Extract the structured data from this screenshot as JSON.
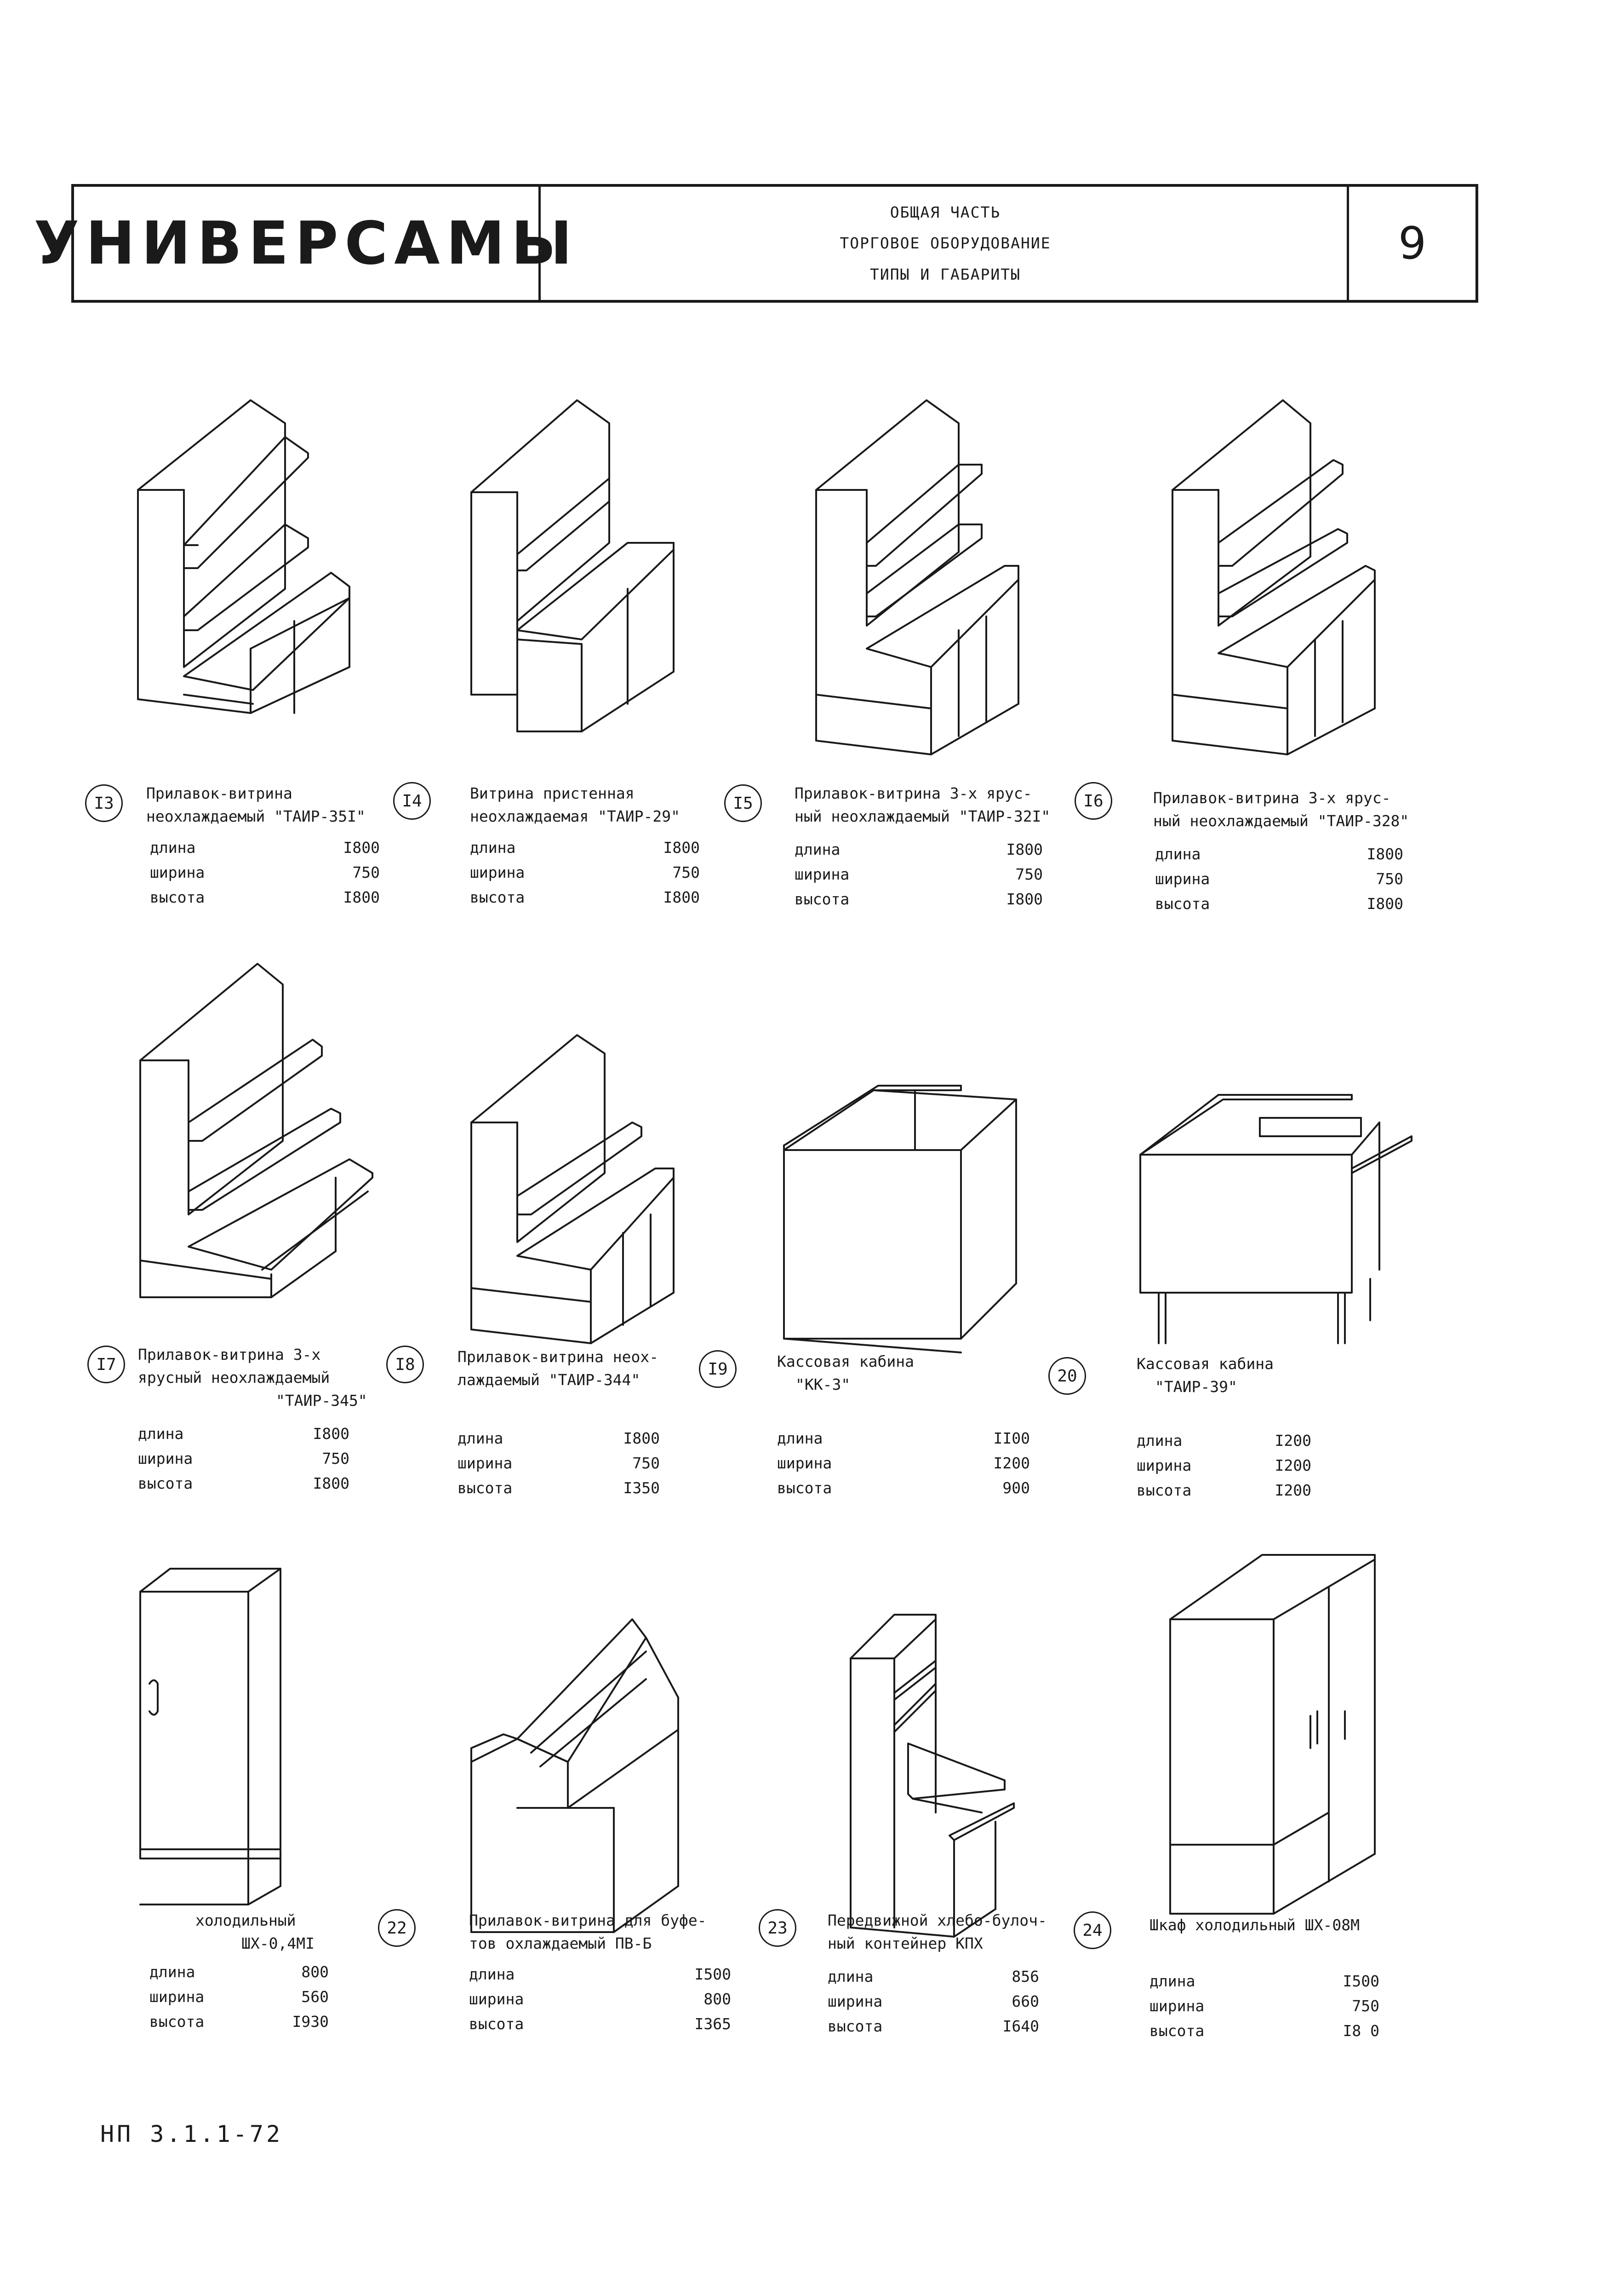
{
  "header": {
    "title": "УНИВЕРСАМЫ",
    "lines": [
      "ОБЩАЯ ЧАСТЬ",
      "ТОРГОВОЕ ОБОРУДОВАНИЕ",
      "ТИПЫ И ГАБАРИТЫ"
    ],
    "page_number": "9"
  },
  "spec_labels": {
    "length": "длина",
    "width": "ширина",
    "height": "высота"
  },
  "items": [
    {
      "num": "I3",
      "name": [
        "Прилавок-витрина",
        "неохлаждаемый \"ТАИР-35I\""
      ],
      "length": "I800",
      "width": "750",
      "height": "I800"
    },
    {
      "num": "I4",
      "name": [
        "Витрина пристенная",
        "неохлаждаемая \"ТАИР-29\""
      ],
      "length": "I800",
      "width": "750",
      "height": "I800"
    },
    {
      "num": "I5",
      "name": [
        "Прилавок-витрина 3-х ярус-",
        "ный неохлаждаемый \"ТАИР-32I\""
      ],
      "length": "I800",
      "width": "750",
      "height": "I800"
    },
    {
      "num": "I6",
      "name": [
        "Прилавок-витрина 3-х ярус-",
        "ный неохлаждаемый \"ТАИР-328\""
      ],
      "length": "I800",
      "width": "750",
      "height": "I800"
    },
    {
      "num": "I7",
      "name": [
        "Прилавок-витрина 3-х",
        "ярусный неохлаждаемый",
        "\"ТАИР-345\""
      ],
      "length": "I800",
      "width": "750",
      "height": "I800"
    },
    {
      "num": "I8",
      "name": [
        "Прилавок-витрина неох-",
        "лаждаемый \"ТАИР-344\""
      ],
      "length": "I800",
      "width": "750",
      "height": "I350"
    },
    {
      "num": "I9",
      "name": [
        "Кассовая кабина",
        "\"КК-3\""
      ],
      "length": "II00",
      "width": "I200",
      "height": "900"
    },
    {
      "num": "20",
      "name": [
        "Кассовая кабина",
        "\"ТАИР-39\""
      ],
      "length": "I200",
      "width": "I200",
      "height": "I200"
    },
    {
      "num": "",
      "name": [
        "холодильный",
        "ШХ-0,4МI"
      ],
      "length": "800",
      "width": "560",
      "height": "I930"
    },
    {
      "num": "22",
      "name": [
        "Прилавок-витрина для буфе-",
        "тов охлаждаемый ПВ-Б"
      ],
      "length": "I500",
      "width": "800",
      "height": "I365"
    },
    {
      "num": "23",
      "name": [
        "Передвижной хлебо-булоч-",
        "ный контейнер КПХ"
      ],
      "length": "856",
      "width": "660",
      "height": "I640"
    },
    {
      "num": "24",
      "name": [
        "Шкаф холодильный ШХ-08М"
      ],
      "length": "I500",
      "width": "750",
      "height": "I8 0"
    }
  ],
  "footer": "НП 3.1.1-72"
}
